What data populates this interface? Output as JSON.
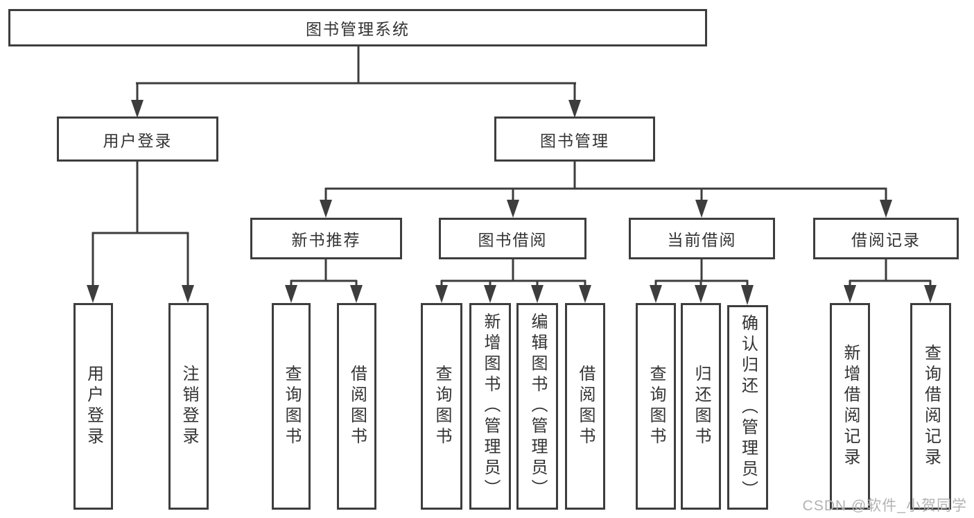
{
  "diagram": {
    "root": {
      "label": "图书管理系统",
      "children": [
        {
          "label": "用户登录",
          "children": [
            {
              "label": "用户登录"
            },
            {
              "label": "注销登录"
            }
          ]
        },
        {
          "label": "图书管理",
          "children": [
            {
              "label": "新书推荐",
              "children": [
                {
                  "label": "查询图书"
                },
                {
                  "label": "借阅图书"
                }
              ]
            },
            {
              "label": "图书借阅",
              "children": [
                {
                  "label": "查询图书"
                },
                {
                  "label": "新增图书（管理员）"
                },
                {
                  "label": "编辑图书（管理员）"
                },
                {
                  "label": "借阅图书"
                }
              ]
            },
            {
              "label": "当前借阅",
              "children": [
                {
                  "label": "查询图书"
                },
                {
                  "label": "归还图书"
                },
                {
                  "label": "确认归还（管理员）"
                }
              ]
            },
            {
              "label": "借阅记录",
              "children": [
                {
                  "label": "新增借阅记录"
                },
                {
                  "label": "查询借阅记录"
                }
              ]
            }
          ]
        }
      ]
    }
  },
  "watermark": {
    "text": "CSDN @软件_小贺同学"
  },
  "colors": {
    "line": "#3d3d3d",
    "text": "#333333",
    "watermark": "#b2b2b2",
    "background": "#ffffff"
  }
}
